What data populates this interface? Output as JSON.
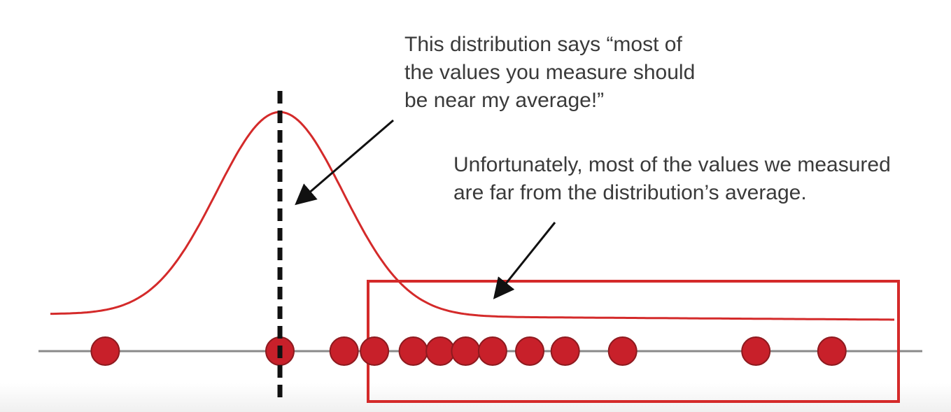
{
  "annotations": {
    "distribution_callout": [
      "This distribution says “most of",
      "the values you measure should",
      "be near my average!”"
    ],
    "measured_callout": [
      "Unfortunately, most of the values we measured",
      "are far from the distribution’s average."
    ]
  },
  "colors": {
    "curve": "#d42a2a",
    "points": "#c8202a",
    "axis": "#8a8a8a",
    "mean_line": "#111111",
    "highlight_box": "#d42a2a",
    "arrow": "#111111",
    "text": "#3a3a3a"
  },
  "chart_data": {
    "type": "scatter",
    "distribution": "normal",
    "x_range": [
      0,
      100
    ],
    "mean": 27.2,
    "sd": 7.5,
    "points": [
      6.5,
      27.2,
      34.8,
      38.4,
      43.0,
      46.2,
      49.2,
      52.4,
      56.8,
      61.0,
      67.8,
      83.6,
      92.6
    ]
  }
}
